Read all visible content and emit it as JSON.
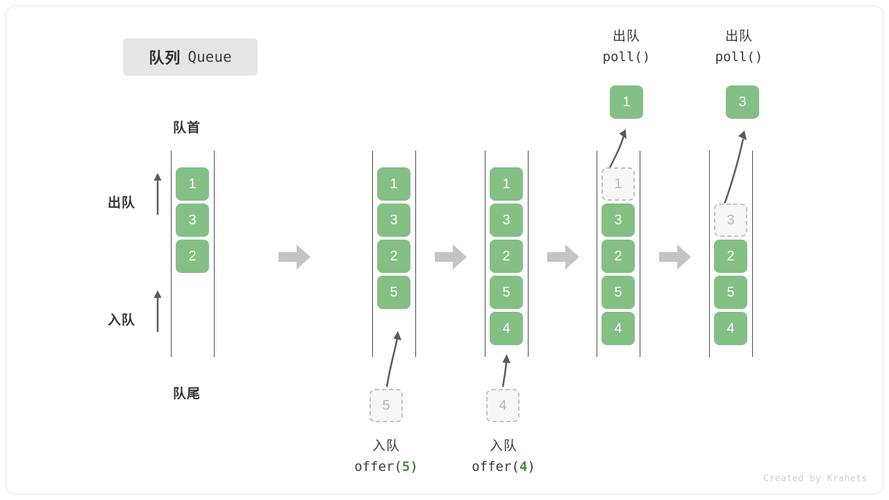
{
  "title": {
    "cn": "队列",
    "en": "Queue"
  },
  "labels": {
    "front": "队首",
    "rear": "队尾",
    "dequeue": "出队",
    "enqueue": "入队"
  },
  "colors": {
    "cell_fill": "#84bf85",
    "cell_text": "#ffffff",
    "ghost_fill": "#f7f7f7",
    "ghost_border": "#c2c2c2",
    "ghost_text": "#b6b6b6",
    "rail": "#4a4a4a",
    "step_arrow": "#c4c4c4",
    "accent_arg": "#3c8f3e",
    "chip_bg": "#e6e6e6"
  },
  "panels": [
    {
      "id": "initial",
      "cells": [
        {
          "value": "1",
          "state": "filled"
        },
        {
          "value": "3",
          "state": "filled"
        },
        {
          "value": "2",
          "state": "filled"
        }
      ]
    },
    {
      "id": "offer-5",
      "cells": [
        {
          "value": "1",
          "state": "filled"
        },
        {
          "value": "3",
          "state": "filled"
        },
        {
          "value": "2",
          "state": "filled"
        },
        {
          "value": "5",
          "state": "filled"
        }
      ],
      "incoming": {
        "value": "5",
        "state": "ghost"
      },
      "caption": {
        "cn": "入队",
        "fn": "offer(",
        "arg": "5",
        "close": ")"
      }
    },
    {
      "id": "offer-4",
      "cells": [
        {
          "value": "1",
          "state": "filled"
        },
        {
          "value": "3",
          "state": "filled"
        },
        {
          "value": "2",
          "state": "filled"
        },
        {
          "value": "5",
          "state": "filled"
        },
        {
          "value": "4",
          "state": "filled"
        }
      ],
      "incoming": {
        "value": "4",
        "state": "ghost"
      },
      "caption": {
        "cn": "入队",
        "fn": "offer(",
        "arg": "4",
        "close": ")"
      }
    },
    {
      "id": "poll-1",
      "cells": [
        {
          "value": "1",
          "state": "ghost"
        },
        {
          "value": "3",
          "state": "filled"
        },
        {
          "value": "2",
          "state": "filled"
        },
        {
          "value": "5",
          "state": "filled"
        },
        {
          "value": "4",
          "state": "filled"
        }
      ],
      "outgoing": {
        "value": "1",
        "state": "filled"
      },
      "caption": {
        "cn": "出队",
        "fn": "poll()"
      }
    },
    {
      "id": "poll-3",
      "cells": [
        {
          "value": "",
          "state": "spacer"
        },
        {
          "value": "3",
          "state": "ghost"
        },
        {
          "value": "2",
          "state": "filled"
        },
        {
          "value": "5",
          "state": "filled"
        },
        {
          "value": "4",
          "state": "filled"
        }
      ],
      "outgoing": {
        "value": "3",
        "state": "filled"
      },
      "caption": {
        "cn": "出队",
        "fn": "poll()"
      }
    }
  ],
  "credit": "Created by Krahets"
}
